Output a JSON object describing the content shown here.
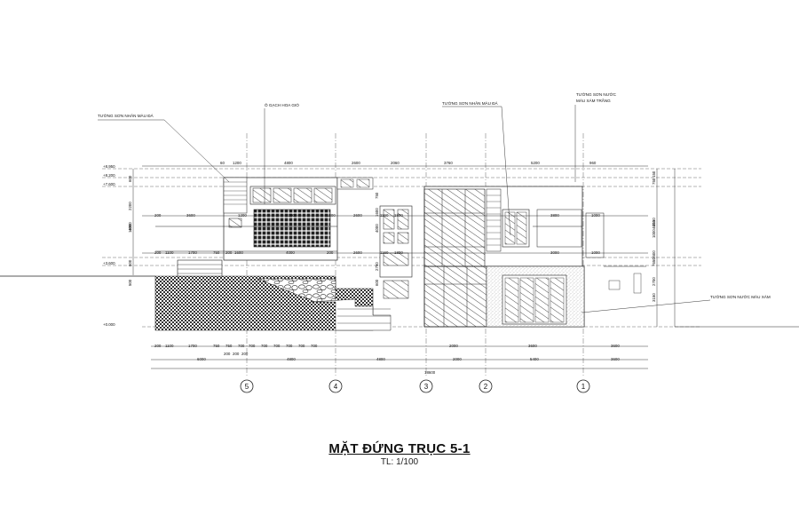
{
  "title": "MẶT ĐỨNG TRỤC 5-1",
  "scale": "TL: 1/100",
  "callouts": {
    "left_wall": "TƯỜNG SƠN NHÂN MÀU ĐÁ",
    "vent_block": "Ô GẠCH HOA GIÓ",
    "mid_wall": "TƯỜNG SƠN NHÂN MÀU ĐÁ",
    "right_wall_1": "TƯỜNG SƠN NƯỚC",
    "right_wall_2": "MÀU XÁM TRẮNG",
    "base_wall": "TƯỜNG SƠN NƯỚC MÀU XÁM"
  },
  "axes": [
    "5",
    "4",
    "3",
    "2",
    "1"
  ],
  "dims": {
    "top_row": [
      "60",
      "1200",
      "4800",
      "2600",
      "2060",
      "3760",
      "5200",
      "960"
    ],
    "row_upper": [
      "200",
      "3600",
      "1200",
      "4300",
      "1200",
      "2600",
      "1160",
      "1800",
      "3800",
      "1000"
    ],
    "row_lower": [
      "200",
      "1100",
      "1700",
      "750",
      "200",
      "1600",
      "4000",
      "200",
      "2600",
      "1160",
      "1800",
      "3000",
      "1000"
    ],
    "bottom_row1": [
      "200",
      "1100",
      "1700",
      "750",
      "750",
      "700",
      "700",
      "700",
      "700",
      "700",
      "700",
      "700",
      "2000",
      "3600",
      "3600"
    ],
    "bottom_row1b": [
      "200",
      "200",
      "200"
    ],
    "bottom_row2": [
      "6000",
      "4800",
      "4800",
      "2000",
      "5400",
      "3600"
    ],
    "bottom_total": "18600",
    "left_vertical": [
      "600",
      "2200",
      "1600",
      "4000",
      "600",
      "500"
    ],
    "right_vertical": [
      "150",
      "750",
      "4150",
      "1000",
      "1500",
      "2700",
      "3150",
      "4000",
      "7650"
    ],
    "window_heights": [
      "750",
      "1600",
      "4000",
      "2750",
      "600"
    ],
    "level_marks": [
      "+0.000",
      "+3.600",
      "+7.600",
      "+8.200",
      "+8.950"
    ]
  }
}
